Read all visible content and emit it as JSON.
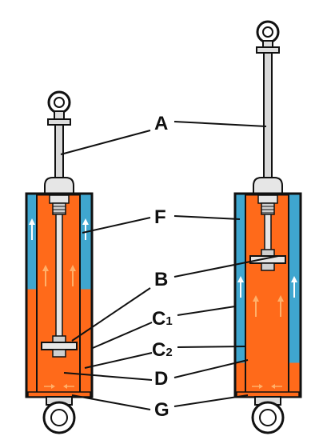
{
  "labels": {
    "A": "A",
    "F": "F",
    "B": "B",
    "C1_main": "C",
    "C1_sub": "1",
    "C2_main": "C",
    "C2_sub": "2",
    "D": "D",
    "G": "G"
  },
  "colors": {
    "oil": "#ff6a1a",
    "gas": "#3fa6cf",
    "outline": "#111111",
    "arrow": "#ffffff",
    "arrow_orange": "#ffb06a",
    "metal_light": "#e6e6e6",
    "metal_mid": "#bdbdbd"
  },
  "icons": {
    "up_arrow": "up-arrow-icon",
    "flow_arrow": "flow-arrow-icon",
    "eye_mount": "eye-mount-icon"
  }
}
